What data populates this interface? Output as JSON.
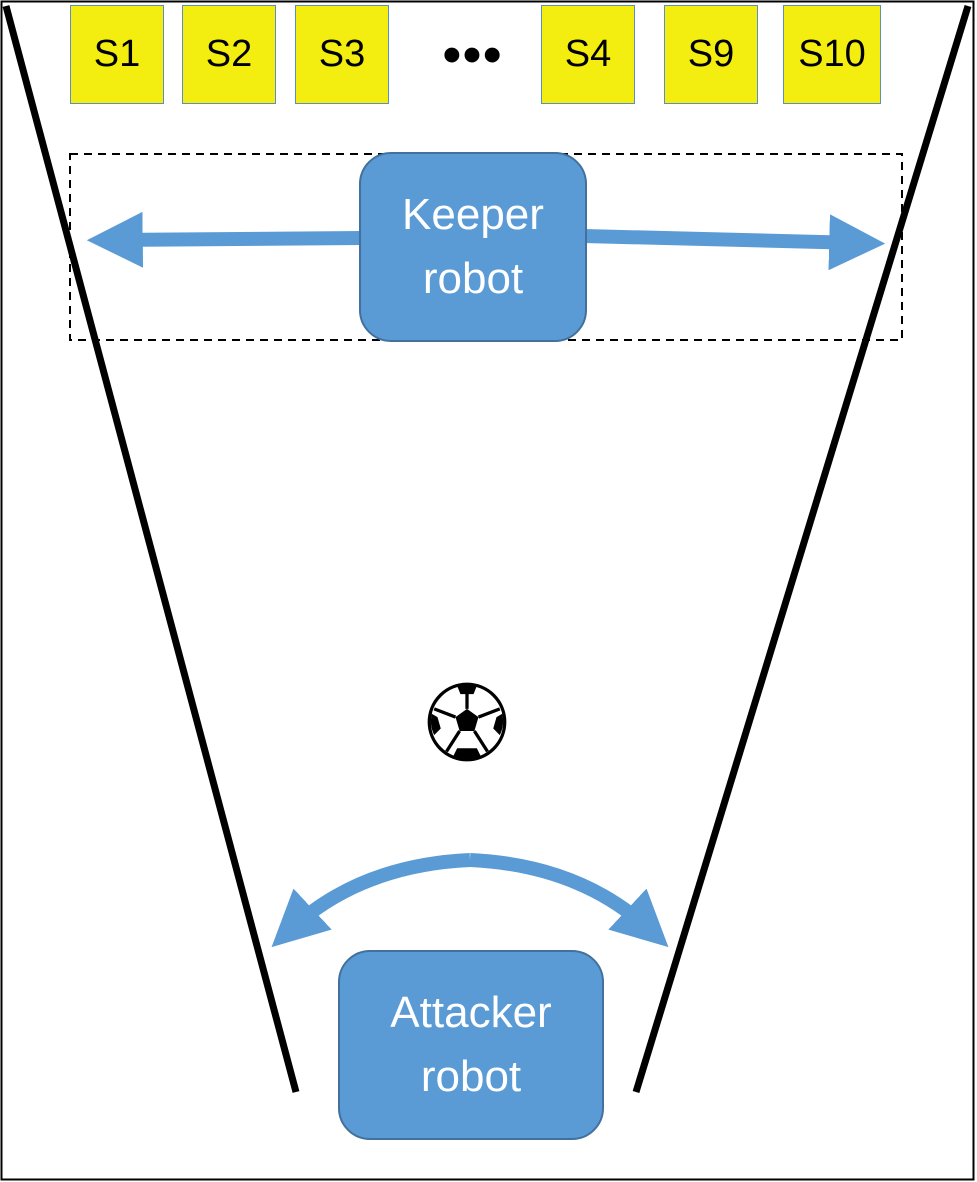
{
  "sensors": [
    {
      "label": "S1"
    },
    {
      "label": "S2"
    },
    {
      "label": "S3"
    },
    {
      "label": "S4"
    },
    {
      "label": "S9"
    },
    {
      "label": "S10"
    }
  ],
  "ellipsis": "•••",
  "keeper_robot": {
    "line1": "Keeper",
    "line2": "robot"
  },
  "attacker_robot": {
    "line1": "Attacker",
    "line2": "robot"
  },
  "ball": {
    "icon": "soccer-ball-icon"
  },
  "colors": {
    "sensor_fill": "#f3ee0f",
    "robot_fill": "#5b9bd5",
    "arrow": "#5b9bd5",
    "field_lines": "#000000"
  }
}
